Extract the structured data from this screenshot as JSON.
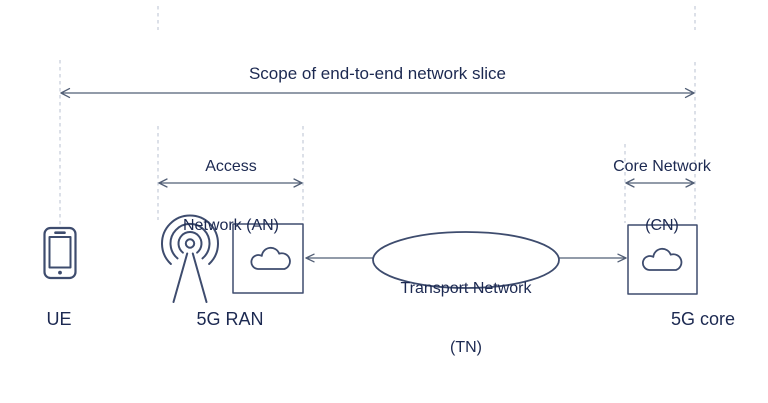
{
  "colors": {
    "ink": "#1c2951",
    "stroke": "#3e4c6e",
    "arrow": "#525f76",
    "dash": "#c5ccd9",
    "bg": "#ffffff"
  },
  "scope": {
    "label": "Scope of end-to-end network slice"
  },
  "segments": {
    "access": {
      "line1": "Access",
      "line2": "Network (AN)"
    },
    "core": {
      "line1": "Core Network",
      "line2": "(CN)"
    },
    "transport": {
      "line1": "Transport Network",
      "line2": "(TN)"
    }
  },
  "nodes": {
    "ue": {
      "label": "UE",
      "icon": "smartphone-icon"
    },
    "ran": {
      "label": "5G RAN",
      "icons": [
        "antenna-icon",
        "cloud-in-box-icon"
      ]
    },
    "core": {
      "label": "5G core",
      "icon": "cloud-in-box-icon"
    }
  }
}
